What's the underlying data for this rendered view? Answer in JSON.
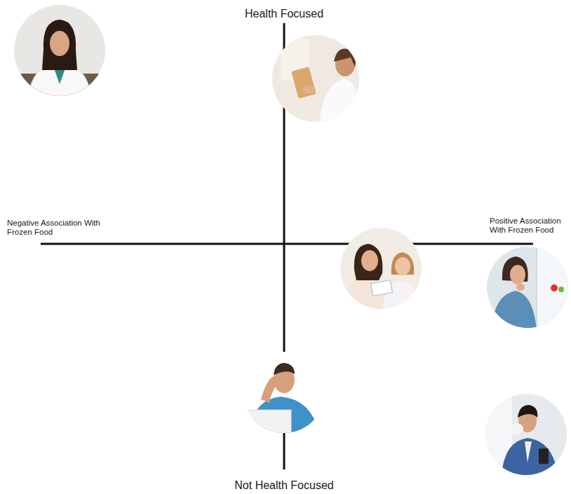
{
  "diagram": {
    "labels": [
      "Health Focused",
      "Negative Association With Frozen Food",
      "Positive Association With Frozen Food",
      "Not Health Focused"
    ]
  }
}
